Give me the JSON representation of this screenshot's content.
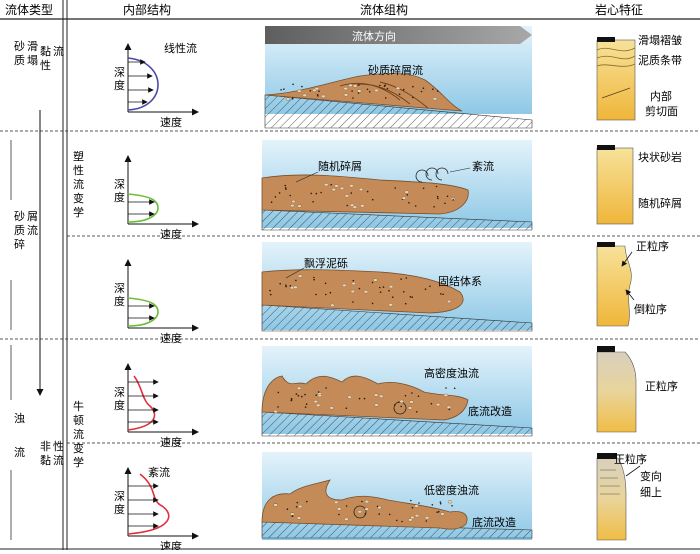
{
  "header": {
    "col1": "流体类型",
    "col2": "内部结构",
    "col3": "流体组构",
    "col4": "岩心特征"
  },
  "left": {
    "type_sand_slide": "砂质滑塌",
    "type_sandy_debris": "砂质碎屑流",
    "type_turbidity": "浊流",
    "viscous": "黏性流",
    "non_viscous": "非黏性流",
    "plastic_rheology": "塑性流变学",
    "newtonian_rheology": "牛顿流变学"
  },
  "axes": {
    "depth": "深度",
    "speed": "速度"
  },
  "rows": [
    {
      "profile_label": "线性流",
      "fabric_labels": [
        "流体方向",
        "砂质碎屑流"
      ],
      "core_labels": [
        "滑塌褶皱",
        "泥质条带",
        "内部",
        "剪切面"
      ]
    },
    {
      "profile_label": "",
      "fabric_labels": [
        "随机碎屑",
        "紊流"
      ],
      "core_labels": [
        "块状砂岩",
        "随机碎屑"
      ]
    },
    {
      "profile_label": "",
      "fabric_labels": [
        "飘浮泥砾",
        "固结体系"
      ],
      "core_labels": [
        "正粒序",
        "倒粒序"
      ]
    },
    {
      "profile_label": "",
      "fabric_labels": [
        "高密度浊流",
        "底流改造"
      ],
      "core_labels": [
        "正粒序"
      ]
    },
    {
      "profile_label": "紊流",
      "fabric_labels": [
        "低密度浊流",
        "底流改造"
      ],
      "core_labels": [
        "正粒序",
        "变向",
        "细上"
      ]
    }
  ],
  "colors": {
    "laminar_curve": "#4a4aa8",
    "plastic_curve": "#6bbf3a",
    "turbulent_curve": "#e0303a",
    "flow_body": "#c08a5a",
    "water_top": "#d9eef8",
    "water_bottom": "#8cc7e6",
    "core_sand": "#f2c24a",
    "arrow_band": "#8a8a8a"
  }
}
